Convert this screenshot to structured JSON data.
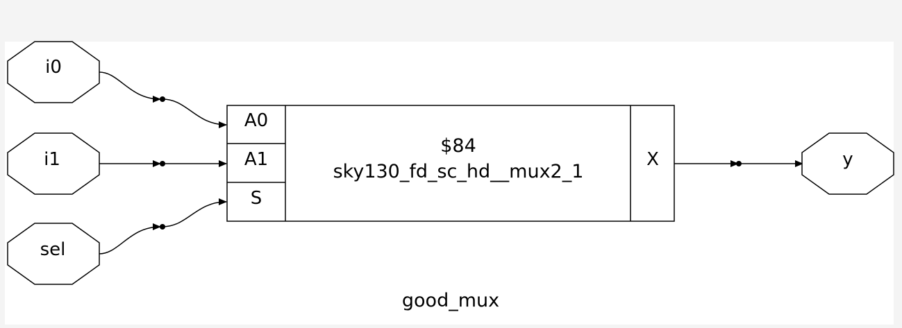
{
  "inputs": {
    "i0": "i0",
    "i1": "i1",
    "sel": "sel"
  },
  "outputs": {
    "y": "y"
  },
  "cell": {
    "id": "$84",
    "type": "sky130_fd_sc_hd__mux2_1",
    "pins_in": [
      "A0",
      "A1",
      "S"
    ],
    "pin_out": "X"
  },
  "module_name": "good_mux",
  "colors": {
    "frame_background": "#f4f4f4",
    "canvas_background": "#ffffff",
    "stroke": "#000000"
  }
}
